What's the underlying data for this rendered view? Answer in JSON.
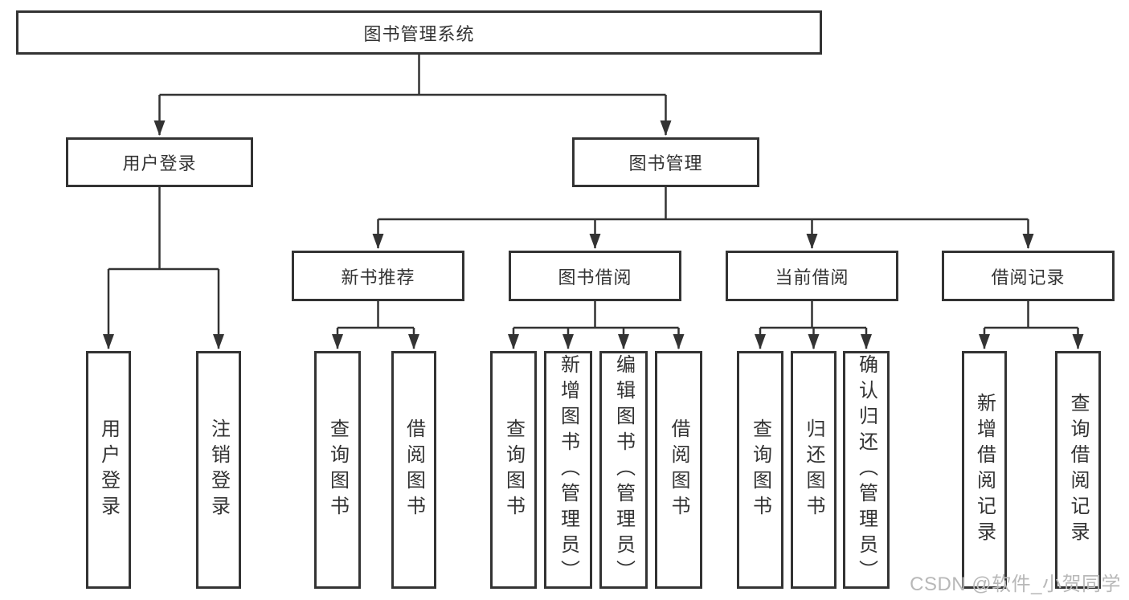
{
  "watermark": "CSDN @软件_小贺同学",
  "colors": {
    "line": "#333333",
    "ink": "#333333",
    "box_fill": "#ffffff",
    "wm": "#b8b8b8"
  },
  "diagram": {
    "root": {
      "label": "图书管理系统"
    },
    "branches": [
      {
        "label": "用户登录",
        "children": [
          {
            "label": "用户登录"
          },
          {
            "label": "注销登录"
          }
        ]
      },
      {
        "label": "图书管理",
        "children": [
          {
            "label": "新书推荐",
            "children": [
              {
                "label": "查询图书"
              },
              {
                "label": "借阅图书"
              }
            ]
          },
          {
            "label": "图书借阅",
            "children": [
              {
                "label": "查询图书"
              },
              {
                "label": "新增图书（管理员）"
              },
              {
                "label": "编辑图书（管理员）"
              },
              {
                "label": "借阅图书"
              }
            ]
          },
          {
            "label": "当前借阅",
            "children": [
              {
                "label": "查询图书"
              },
              {
                "label": "归还图书"
              },
              {
                "label": "确认归还（管理员）"
              }
            ]
          },
          {
            "label": "借阅记录",
            "children": [
              {
                "label": "新增借阅记录"
              },
              {
                "label": "查询借阅记录"
              }
            ]
          }
        ]
      }
    ]
  }
}
